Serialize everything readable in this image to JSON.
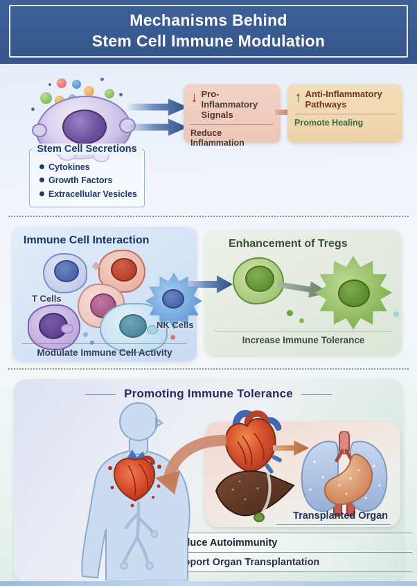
{
  "header": {
    "title_line1": "Mechanisms Behind",
    "title_line2": "Stem Cell Immune Modulation"
  },
  "secretion_flow": {
    "secretions_box": {
      "title": "Stem Cell Secretions",
      "items": [
        "Cytokines",
        "Growth Factors",
        "Extracellular Vesicles"
      ]
    },
    "pro_box": {
      "arrow_glyph": "↓",
      "title": "Pro-Inflammatory Signals",
      "caption": "Reduce Inflammation"
    },
    "anti_box": {
      "arrow_glyph": "↑",
      "title": "Anti-Inflammatory Pathways",
      "caption": "Promote Healing"
    }
  },
  "immune_section": {
    "interaction_panel": {
      "title": "Immune Cell Interaction",
      "t_cells_label": "T Cells",
      "nk_cells_label": "NK Cells",
      "caption": "Modulate Immune Cell Activity"
    },
    "tregs_panel": {
      "title": "Enhancement of Tregs",
      "caption": "Increase Immune Tolerance"
    }
  },
  "tolerance_section": {
    "title": "Promoting Immune Tolerance",
    "organ_panel_label": "Transplanted Organ",
    "bullets": [
      "Reduce Autoimmunity",
      "Support Organ Transplantation"
    ]
  },
  "colors": {
    "header_bg": "#35568b",
    "pro_box_bg": "#f0ccbe",
    "anti_box_bg": "#f1d9b0",
    "immune_panel_bg": "#d8e5f6",
    "tregs_panel_bg": "#e6ece1",
    "navy_text": "#1c3a6c",
    "down_arrow_red": "#9e2f1d",
    "up_arrow_green": "#3c6b3f",
    "treg_green": "#7fb35a",
    "flow_arrow_blue": "#2e4f86"
  }
}
